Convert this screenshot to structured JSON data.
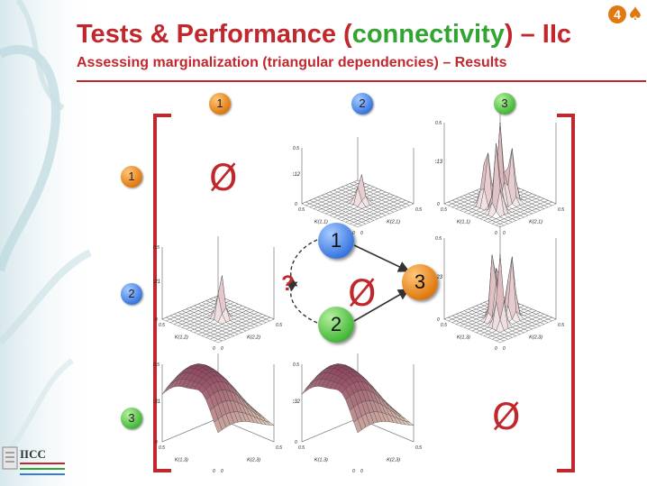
{
  "header": {
    "title_before": "Tests & Performance (",
    "title_highlight": "connectivity",
    "title_after": ") – IIc",
    "subtitle": "Assessing marginalization (triangular dependencies) – Results",
    "slide_number": "4"
  },
  "logo": {
    "name": "IICC"
  },
  "matrix": {
    "column_headers": [
      "1",
      "2",
      "3"
    ],
    "row_headers": [
      "1",
      "2",
      "3"
    ],
    "empty_symbol": "Ø",
    "question_mark": "?",
    "graph_nodes": [
      "1",
      "2",
      "3"
    ]
  },
  "plots": [
    {
      "id": "c12",
      "zlabel": "c12",
      "zmax": "0.5",
      "zmid": "0",
      "axis_max": "0.5",
      "axis_zero": "0",
      "x_label": "K(1,1)",
      "y_label": "K(2,1)",
      "peaks": [
        [
          0.5,
          0.55,
          0.55
        ]
      ]
    },
    {
      "id": "c13",
      "zlabel": "c13",
      "zmax": "0.5",
      "zmid": "0",
      "axis_max": "0.5",
      "axis_zero": "0",
      "x_label": "K(1,1)",
      "y_label": "K(2,1)",
      "peaks": [
        [
          0.35,
          0.3,
          0.9
        ],
        [
          0.5,
          0.5,
          1.0
        ],
        [
          0.6,
          0.35,
          0.8
        ],
        [
          0.45,
          0.65,
          0.75
        ]
      ]
    },
    {
      "id": "c21",
      "zlabel": "c21",
      "zmax": "0.5",
      "zmid": "0",
      "axis_max": "0.5",
      "axis_zero": "0",
      "x_label": "K(1,2)",
      "y_label": "K(2,2)",
      "peaks": [
        [
          0.5,
          0.55,
          0.65
        ]
      ]
    },
    {
      "id": "c23",
      "zlabel": "c23",
      "zmax": "0.5",
      "zmid": "0",
      "axis_max": "0.5",
      "axis_zero": "0",
      "x_label": "K(1,3)",
      "y_label": "K(2,3)",
      "peaks": [
        [
          0.35,
          0.35,
          0.9
        ],
        [
          0.55,
          0.45,
          1.0
        ],
        [
          0.45,
          0.65,
          0.85
        ],
        [
          0.65,
          0.6,
          0.7
        ]
      ]
    },
    {
      "id": "c31",
      "zlabel": "c31",
      "zmax": "0.5",
      "zmid": "0",
      "axis_max": "0.5",
      "axis_zero": "0",
      "x_label": "K(1,3)",
      "y_label": "K(2,3)",
      "peaks": []
    },
    {
      "id": "c32",
      "zlabel": "c32",
      "zmax": "0.5",
      "zmid": "0",
      "axis_max": "0.5",
      "axis_zero": "0",
      "x_label": "K(1,3)",
      "y_label": "K(2,3)",
      "peaks": []
    }
  ],
  "colors": {
    "title_red": "#c0282e",
    "highlight_green": "#32a431"
  }
}
